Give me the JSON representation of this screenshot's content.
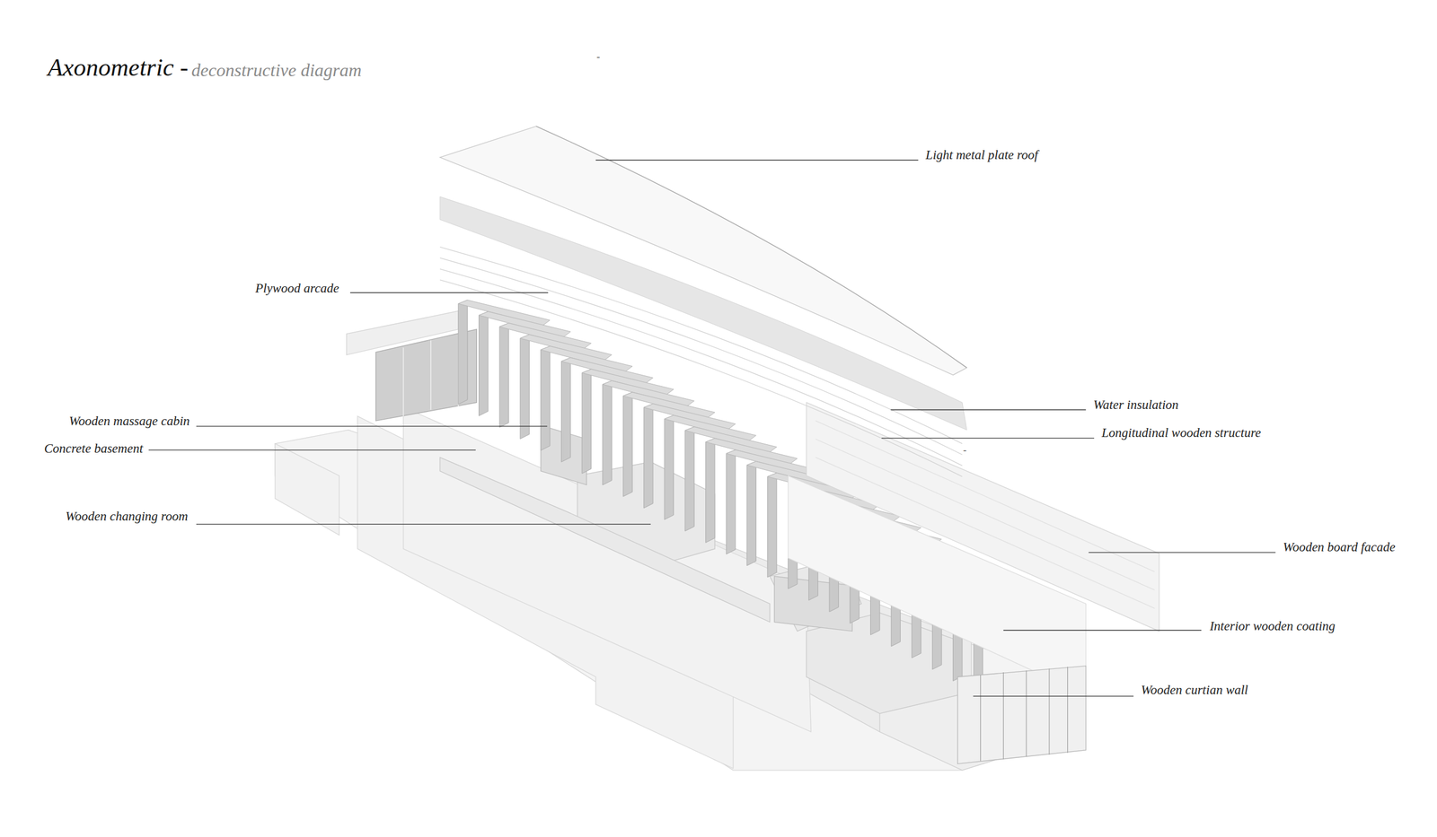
{
  "diagram": {
    "title": "Axonometric -",
    "labels": [
      "deconstructive diagram",
      "-",
      "Light metal plate roof",
      "Plywood arcade",
      "Water insulation",
      "Longitudinal wooden structure",
      "Wooden massage cabin",
      "Concrete basement",
      "Wooden changing room",
      "-",
      "Wooden board facade",
      "Interior wooden coating",
      "Wooden curtian wall"
    ]
  }
}
